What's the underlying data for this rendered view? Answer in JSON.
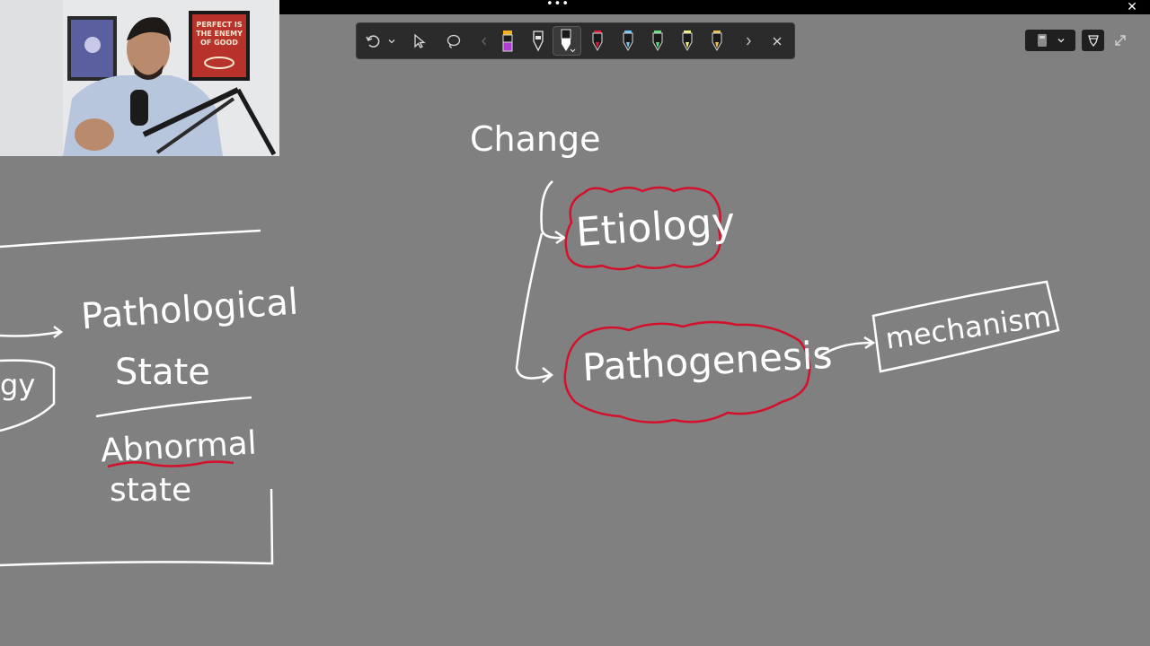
{
  "window": {
    "grip_label": "•••",
    "close_glyph": "✕"
  },
  "toolbar": {
    "tools": [
      {
        "name": "undo-icon"
      },
      {
        "name": "undo-dropdown-icon"
      },
      {
        "name": "select-pointer-icon"
      },
      {
        "name": "lasso-icon"
      },
      {
        "name": "scroll-left-icon"
      },
      {
        "name": "pen-purple-icon",
        "color": "#b23fd4"
      },
      {
        "name": "pen-outline-icon",
        "color": "#ffffff"
      },
      {
        "name": "pen-white-icon",
        "color": "#ffffff",
        "selected": true
      },
      {
        "name": "pen-red-icon",
        "color": "#e0203a"
      },
      {
        "name": "pen-blue-icon",
        "color": "#6cc6f0"
      },
      {
        "name": "pen-green-icon",
        "color": "#5fe07a"
      },
      {
        "name": "highlighter-yellow-icon",
        "color": "#f5f07a"
      },
      {
        "name": "highlighter-orange-icon",
        "color": "#f5c04a"
      },
      {
        "name": "scroll-right-icon"
      },
      {
        "name": "close-toolbar-icon"
      }
    ]
  },
  "right_controls": {
    "ruler_menu": {
      "icon": "ruler-icon",
      "dropdown": "chevron-down-icon"
    },
    "touch_writing": {
      "icon": "touch-writing-icon"
    },
    "expand": {
      "icon": "expand-icon"
    }
  },
  "canvas": {
    "ink_colors": {
      "white": "#ffffff",
      "red": "#d4102a"
    },
    "left_panel": {
      "pathological": "Pathological",
      "state_1": "State",
      "abnormal": "Abnormal",
      "state_2": "state",
      "cut_word": "gy"
    },
    "right_diagram": {
      "change": "Change",
      "etiology": "Etiology",
      "pathogenesis": "Pathogenesis",
      "mechanism": "mechanism"
    }
  }
}
